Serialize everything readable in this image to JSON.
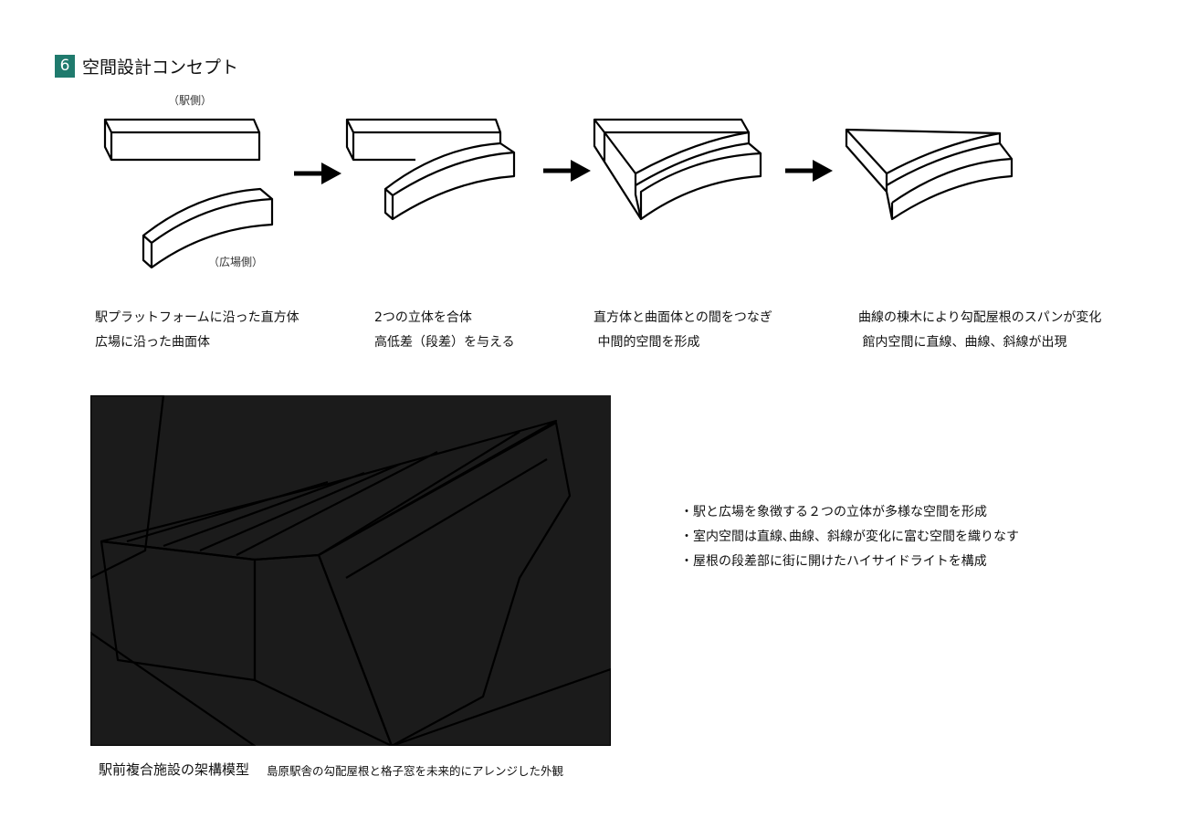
{
  "header": {
    "section_number": "6",
    "title": "空間設計コンセプト"
  },
  "diagram": {
    "label_station": "（駅側）",
    "label_plaza": "（広場側）",
    "captions": [
      {
        "line1": "駅プラットフォームに沿った直方体",
        "line2": "広場に沿った曲面体"
      },
      {
        "line1": "2つの立体を合体",
        "line2": "高低差（段差）を与える"
      },
      {
        "line1": "直方体と曲面体との間をつなぎ",
        "line2": " 中間的空間を形成"
      },
      {
        "line1": "曲線の棟木により勾配屋根のスパンが変化",
        "line2": " 館内空間に直線、曲線、斜線が出現"
      }
    ]
  },
  "points": [
    "・駅と広場を象徴する２つの立体が多様な空間を形成",
    "・室内空間は直線､曲線、斜線が変化に富む空間を織りなす",
    "・屋根の段差部に街に開けたハイサイドライトを構成"
  ],
  "photo": {
    "caption_main": "駅前複合施設の架構模型",
    "caption_sub": "島原駅舎の勾配屋根と格子窓を未来的にアレンジした外観"
  },
  "colors": {
    "accent": "#1f7a6d"
  }
}
